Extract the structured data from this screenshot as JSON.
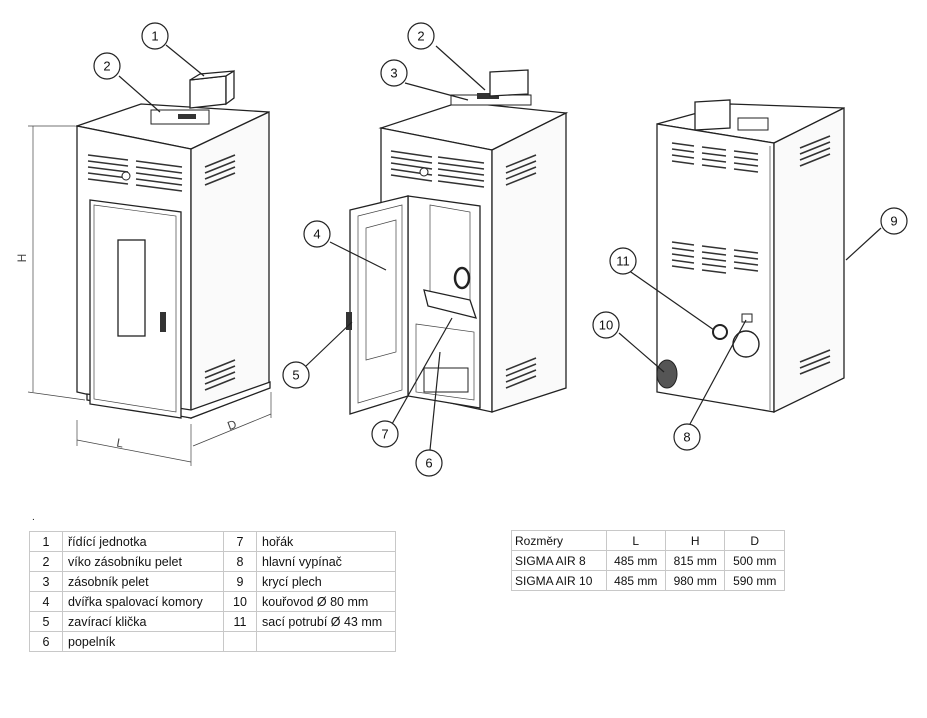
{
  "callouts": [
    "1",
    "2",
    "3",
    "4",
    "5",
    "6",
    "7",
    "8",
    "9",
    "10",
    "11"
  ],
  "dimension_labels": {
    "height": "H",
    "length": "L",
    "depth": "D"
  },
  "note_dot": ".",
  "parts": [
    {
      "n": "1",
      "label": "řídící jednotka"
    },
    {
      "n": "2",
      "label": "víko zásobníku pelet"
    },
    {
      "n": "3",
      "label": "zásobník pelet"
    },
    {
      "n": "4",
      "label": "dvířka spalovací komory"
    },
    {
      "n": "5",
      "label": "zavírací klička"
    },
    {
      "n": "6",
      "label": "popelník"
    },
    {
      "n": "7",
      "label": "hořák"
    },
    {
      "n": "8",
      "label": "hlavní vypínač"
    },
    {
      "n": "9",
      "label": "krycí plech"
    },
    {
      "n": "10",
      "label": "kouřovod Ø 80 mm"
    },
    {
      "n": "11",
      "label": "sací potrubí Ø 43 mm"
    }
  ],
  "dimensions_table": {
    "headers": [
      "Rozměry",
      "L",
      "H",
      "D"
    ],
    "rows": [
      [
        "SIGMA AIR 8",
        "485 mm",
        "815 mm",
        "500 mm"
      ],
      [
        "SIGMA AIR 10",
        "485 mm",
        "980 mm",
        "590 mm"
      ]
    ]
  }
}
